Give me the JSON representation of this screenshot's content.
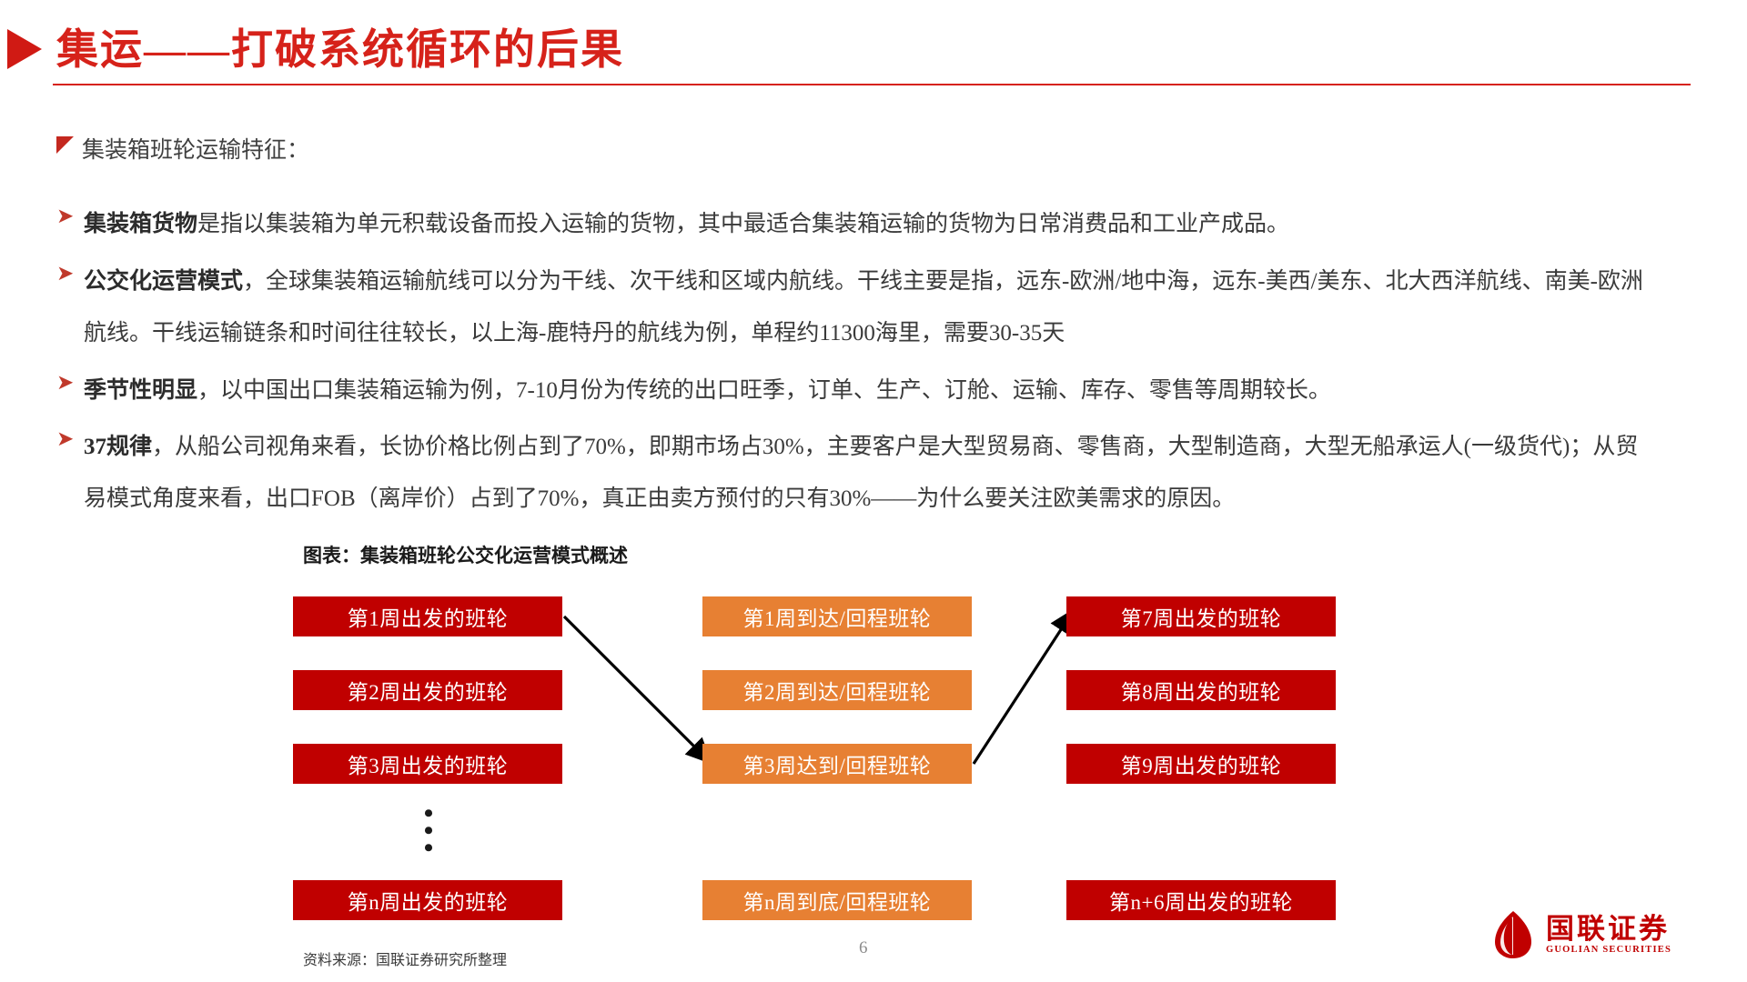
{
  "header": {
    "title": "集运——打破系统循环的后果",
    "accent_color": "#d6221a",
    "triangle_icon": "play-triangle-icon"
  },
  "intro": {
    "marker_icon": "red-corner-triangle-icon",
    "text": "集装箱班轮运输特征："
  },
  "bullets": [
    {
      "marker": "➤",
      "lead": "集装箱货物",
      "rest": "是指以集装箱为单元积载设备而投入运输的货物，其中最适合集装箱运输的货物为日常消费品和工业产成品。"
    },
    {
      "marker": "➤",
      "lead": "公交化运营模式",
      "rest": "，全球集装箱运输航线可以分为干线、次干线和区域内航线。干线主要是指，远东-欧洲/地中海，远东-美西/美东、北大西洋航线、南美-欧洲航线。干线运输链条和时间往往较长，以上海-鹿特丹的航线为例，单程约11300海里，需要30-35天"
    },
    {
      "marker": "➤",
      "lead": "季节性明显",
      "rest": "，以中国出口集装箱运输为例，7-10月份为传统的出口旺季，订单、生产、订舱、运输、库存、零售等周期较长。"
    },
    {
      "marker": "➤",
      "lead": "37规律",
      "rest": "，从船公司视角来看，长协价格比例占到了70%，即期市场占30%，主要客户是大型贸易商、零售商，大型制造商，大型无船承运人(一级货代)；从贸易模式角度来看，出口FOB（离岸价）占到了70%，真正由卖方预付的只有30%——为什么要关注欧美需求的原因。"
    }
  ],
  "figure": {
    "title": "图表：集装箱班轮公交化运营模式概述",
    "source": "资料来源：国联证券研究所整理",
    "colors": {
      "red": "#c00000",
      "orange": "#e78033",
      "arrow": "#000000"
    },
    "column_a": [
      "第1周出发的班轮",
      "第2周出发的班轮",
      "第3周出发的班轮",
      "第n周出发的班轮"
    ],
    "column_b": [
      "第1周到达/回程班轮",
      "第2周到达/回程班轮",
      "第3周达到/回程班轮",
      "第n周到底/回程班轮"
    ],
    "column_c": [
      "第7周出发的班轮",
      "第8周出发的班轮",
      "第9周出发的班轮",
      "第n+6周出发的班轮"
    ],
    "ellipsis": "⋮"
  },
  "footer": {
    "page_number": "6",
    "logo_cn": "国联证券",
    "logo_en": "GUOLIAN SECURITIES"
  }
}
